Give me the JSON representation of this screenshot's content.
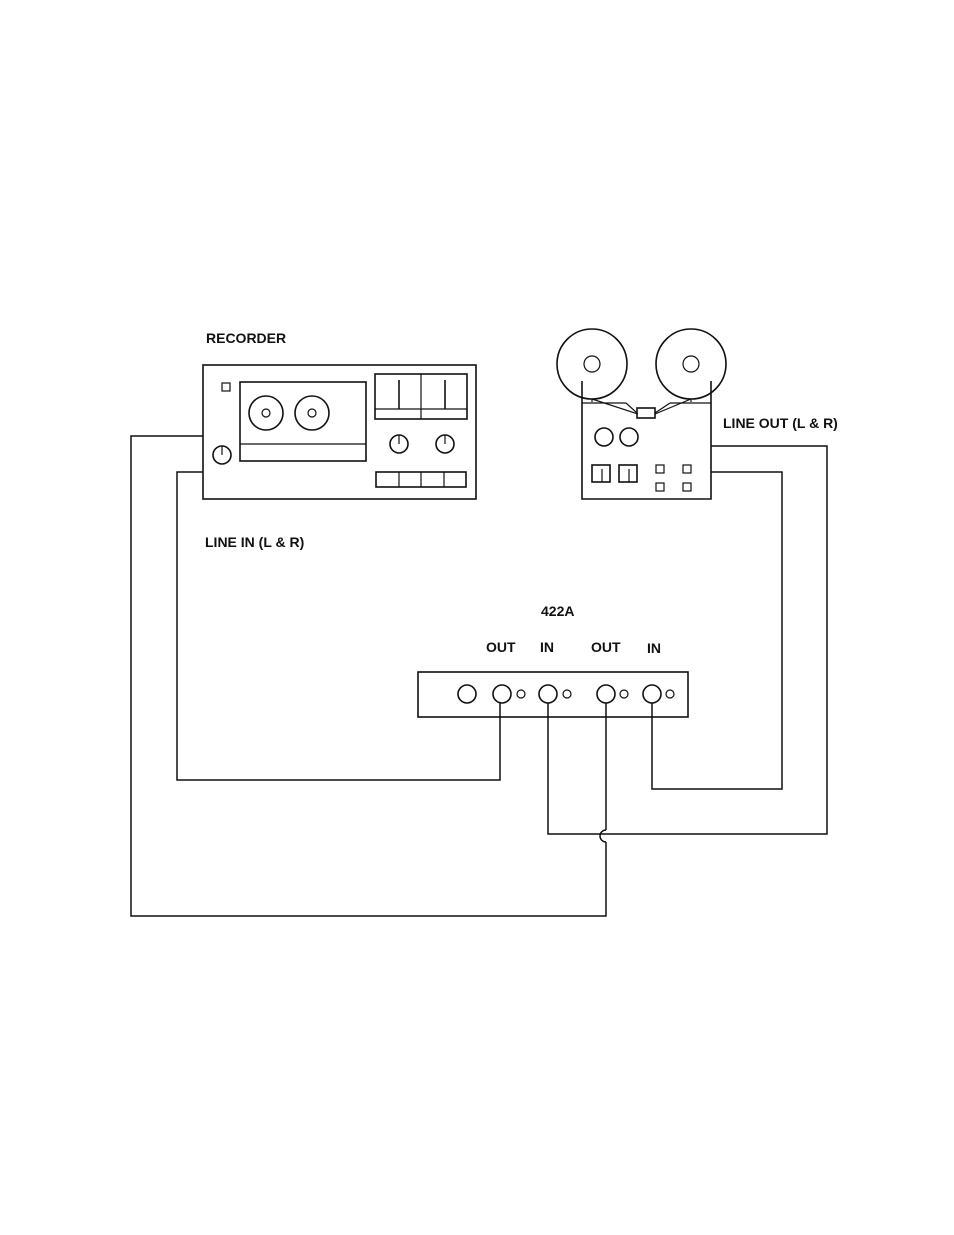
{
  "labels": {
    "recorder": "RECORDER",
    "line_out": "LINE OUT (L & R)",
    "line_in": "LINE IN (L & R)",
    "unit": "422A",
    "out_1": "OUT",
    "in_1": "IN",
    "out_2": "OUT",
    "in_2": "IN"
  }
}
